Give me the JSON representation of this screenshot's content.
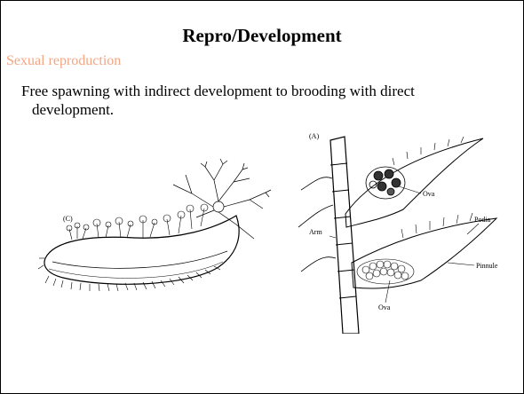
{
  "slide": {
    "title": "Repro/Development",
    "subtitle": "Sexual reproduction",
    "body": "Free spawning with indirect development to brooding with direct development."
  },
  "figure_c": {
    "panel_label": "(C)"
  },
  "figure_a": {
    "panel_label": "(A)",
    "labels": {
      "arm": "Arm",
      "ova_top": "Ova",
      "podia": "Podia",
      "pinnule": "Pinnule",
      "ova_bottom": "Ova"
    }
  },
  "colors": {
    "subtitle": "#f4a582",
    "text": "#000000",
    "background": "#ffffff"
  }
}
